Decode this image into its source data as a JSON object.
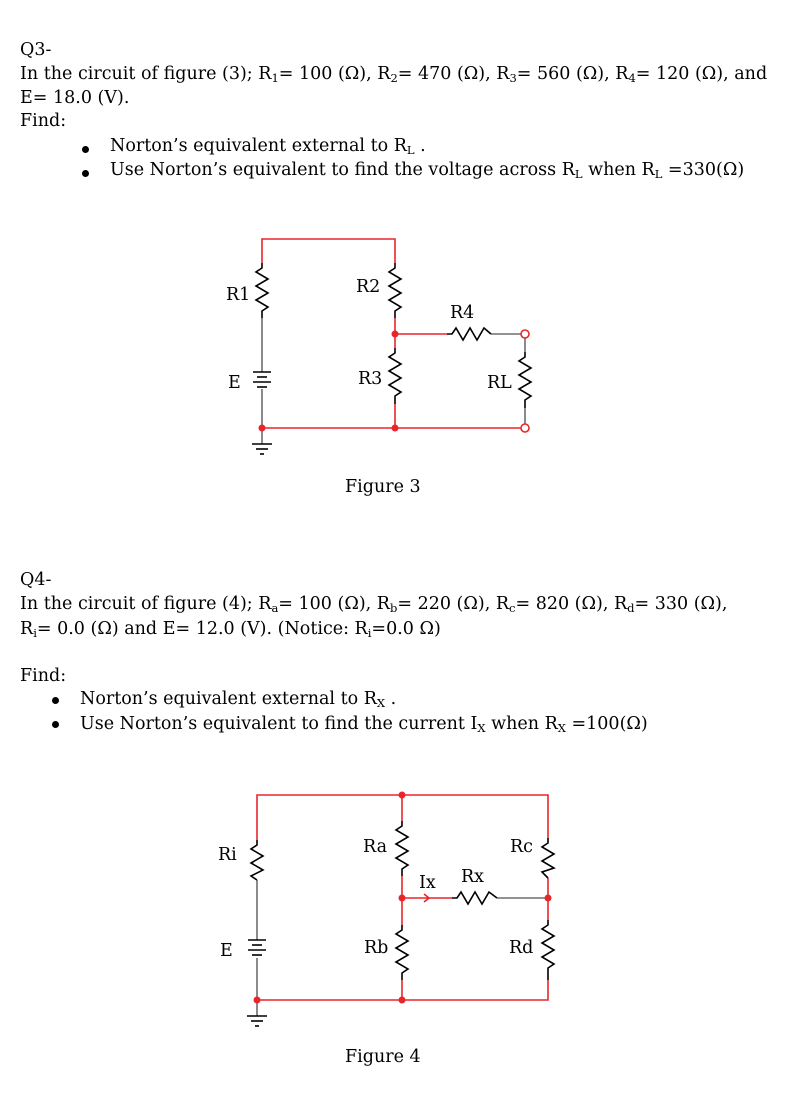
{
  "q3": {
    "heading": "Q3-",
    "line1": {
      "pre": "In the circuit of figure (3); R",
      "s1": "1",
      "t1": "= 100 (Ω), R",
      "s2": "2",
      "t2": "= 470 (Ω), R",
      "s3": "3",
      "t3": "= 560 (Ω), R",
      "s4": "4",
      "t4": "= 120 (Ω), and"
    },
    "line2": "E= 18.0 (V).",
    "find": "Find:",
    "bullet1": {
      "pre": "Norton’s equivalent external to R",
      "sub": "L",
      "post": " ."
    },
    "bullet2": {
      "pre": "Use Norton’s equivalent to find the voltage across R",
      "sub1": "L",
      "mid": " when R",
      "sub2": "L",
      "post": " =330(Ω)"
    },
    "figure": {
      "labels": {
        "r1": "R1",
        "r2": "R2",
        "r3": "R3",
        "r4": "R4",
        "rl": "RL",
        "e": "E"
      },
      "caption": "Figure 3"
    }
  },
  "q4": {
    "heading": "Q4-",
    "line1": {
      "pre": "In the circuit of figure (4); R",
      "s1": "a",
      "t1": "= 100 (Ω), R",
      "s2": "b",
      "t2": "= 220 (Ω), R",
      "s3": "c",
      "t3": "= 820 (Ω), R",
      "s4": "d",
      "t4": "= 330 (Ω),"
    },
    "line2": {
      "pre": "R",
      "s1": "i",
      "t1": "= 0.0 (Ω) and E= 12.0 (V). (Notice: R",
      "s2": "i",
      "t2": "=0.0 Ω)"
    },
    "find": "Find:",
    "bullet1": {
      "pre": "Norton’s equivalent external to R",
      "sub": "X",
      "post": " ."
    },
    "bullet2": {
      "pre": "Use Norton’s equivalent to find the current I",
      "sub1": "X",
      "mid": " when R",
      "sub2": "X",
      "post": " =100(Ω)"
    },
    "figure": {
      "labels": {
        "ri": "Ri",
        "ra": "Ra",
        "rb": "Rb",
        "rc": "Rc",
        "rd": "Rd",
        "rx": "Rx",
        "ix": "Ix",
        "e": "E"
      },
      "caption": "Figure 4"
    }
  },
  "colors": {
    "wire_highlight": "#e8262a",
    "wire_default": "#6e6e6e",
    "node": "#e8262a"
  }
}
